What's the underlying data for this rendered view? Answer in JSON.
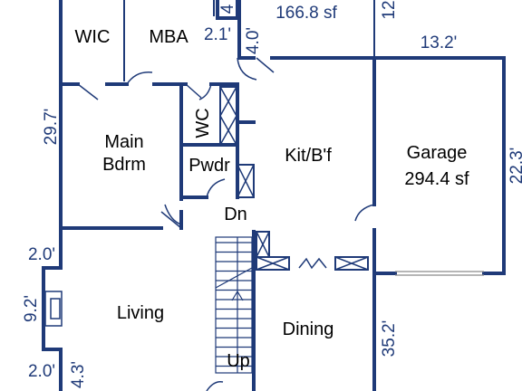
{
  "rooms": {
    "wic": "WIC",
    "mba": "MBA",
    "main_bdrm_line1": "Main",
    "main_bdrm_line2": "Bdrm",
    "wc": "WC",
    "pwdr": "Pwdr",
    "kit": "Kit/B'f",
    "garage_name": "Garage",
    "garage_area": "294.4 sf",
    "living": "Living",
    "dining": "Dining",
    "stair_down": "Dn",
    "stair_up": "Up"
  },
  "dimensions": {
    "top_area": "166.8 sf",
    "d_29_7": "29.7'",
    "d_2_1": "2.1'",
    "d_4_0": "4.0'",
    "d_4_top": "4",
    "d_12_top": "12",
    "d_13_2": "13.2'",
    "d_22_3": "22.3'",
    "d_2_0_upper": "2.0'",
    "d_9_2": "9.2'",
    "d_2_0_lower": "2.0'",
    "d_4_3": "4.3'",
    "d_35_2": "35.2'"
  },
  "colors": {
    "wall": "#1f3a78",
    "text": "#000000",
    "dimension": "#1f3a78"
  }
}
